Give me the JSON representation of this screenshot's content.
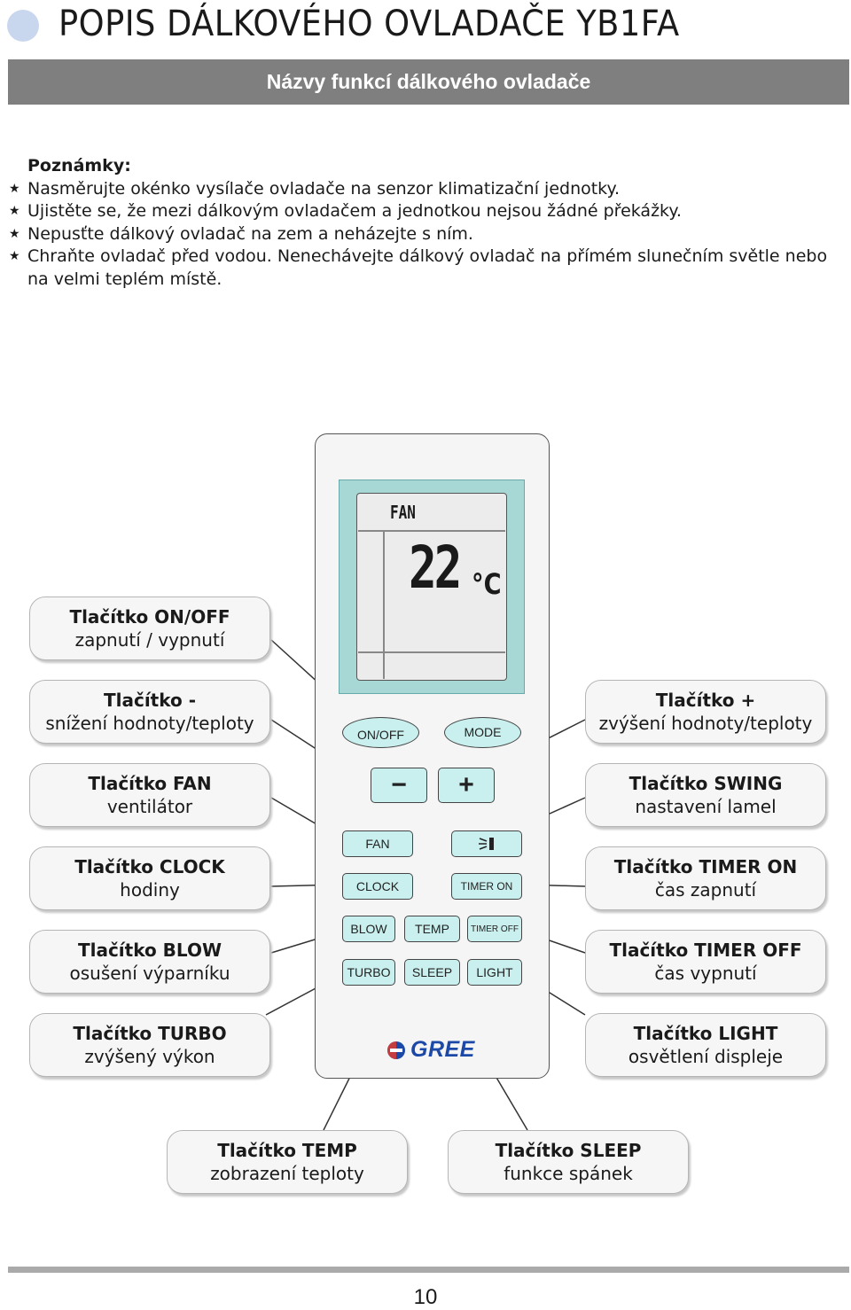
{
  "header": {
    "title": "POPIS DÁLKOVÉHO OVLADAČE YB1FA",
    "subtitle": "Názvy funkcí dálkového ovladače"
  },
  "notes": {
    "heading": "Poznámky:",
    "items": [
      "Nasměrujte okénko vysílače ovladače na senzor klimatizační jednotky.",
      "Ujistěte se, že mezi dálkovým ovladačem a jednotkou nejsou žádné překážky.",
      "Nepusťte dálkový ovladač na zem a neházejte s ním.",
      "Chraňte ovladač před vodou. Nenechávejte dálkový ovladač na přímém slunečním světle nebo na velmi teplém místě."
    ]
  },
  "remote": {
    "display": {
      "mode_text": "FAN",
      "temperature": "22",
      "unit": "°C"
    },
    "buttons": {
      "on_off": "ON/OFF",
      "mode": "MODE",
      "minus": "−",
      "plus": "+",
      "fan": "FAN",
      "clock": "CLOCK",
      "timer_on": "TIMER ON",
      "blow": "BLOW",
      "temp": "TEMP",
      "timer_off": "TIMER OFF",
      "turbo": "TURBO",
      "sleep": "SLEEP",
      "light": "LIGHT"
    },
    "brand": "GREE"
  },
  "labels": {
    "on_off": {
      "line1": "Tlačítko ON/OFF",
      "line2": "zapnutí / vypnutí"
    },
    "minus": {
      "line1": "Tlačítko -",
      "line2": "snížení hodnoty/teploty"
    },
    "plus": {
      "line1": "Tlačítko +",
      "line2": "zvýšení hodnoty/teploty"
    },
    "fan": {
      "line1": "Tlačítko FAN",
      "line2": "ventilátor"
    },
    "swing": {
      "line1": "Tlačítko SWING",
      "line2": "nastavení lamel"
    },
    "clock": {
      "line1": "Tlačítko CLOCK",
      "line2": "hodiny"
    },
    "timer_on": {
      "line1": "Tlačítko TIMER ON",
      "line2": "čas zapnutí"
    },
    "blow": {
      "line1": "Tlačítko BLOW",
      "line2": "osušení výparníku"
    },
    "timer_off": {
      "line1": "Tlačítko TIMER OFF",
      "line2": "čas vypnutí"
    },
    "turbo": {
      "line1": "Tlačítko TURBO",
      "line2": "zvýšený výkon"
    },
    "light": {
      "line1": "Tlačítko LIGHT",
      "line2": "osvětlení displeje"
    },
    "temp": {
      "line1": "Tlačítko TEMP",
      "line2": "zobrazení teploty"
    },
    "sleep": {
      "line1": "Tlačítko SLEEP",
      "line2": "funkce spánek"
    }
  },
  "footer": {
    "page_number": "10"
  }
}
